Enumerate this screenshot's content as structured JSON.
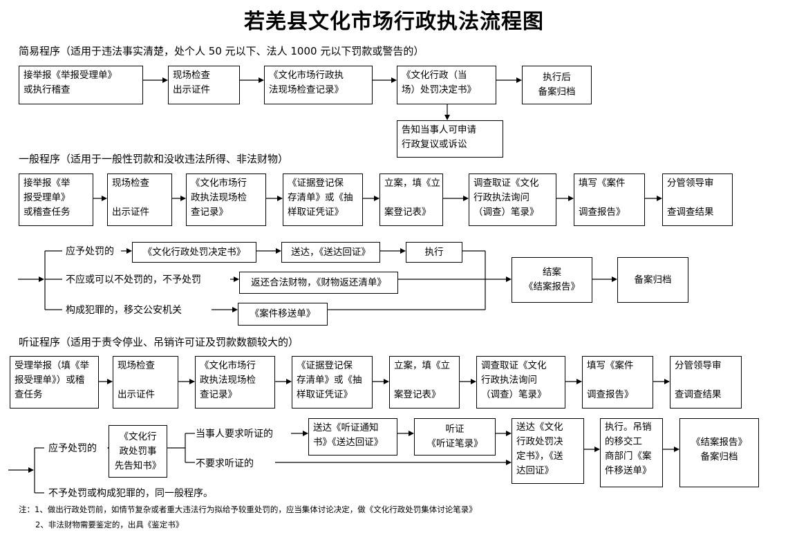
{
  "title": "若羌县文化市场行政执法流程图",
  "simple": {
    "heading": "简易程序（适用于违法事实清楚，处个人 50 元以下、法人 1000 元以下罚款或警告的）",
    "boxes": [
      [
        "接举报《举报受理单》",
        "或执行稽查"
      ],
      [
        "现场检查",
        "出示证件"
      ],
      [
        "《文化市场行政执",
        "法现场检查记录》"
      ],
      [
        "《文化行政（当",
        "场）处罚决定书》"
      ],
      [
        "执行后",
        "备案归档"
      ]
    ],
    "notice": [
      "告知当事人可申请",
      "行政复议或诉讼"
    ]
  },
  "general": {
    "heading": "一般程序（适用于一般性罚款和没收违法所得、非法财物）",
    "boxes": [
      [
        "接举报《举",
        "报受理单》",
        "或稽查任务"
      ],
      [
        "现场检查",
        "",
        "出示证件"
      ],
      [
        "《文化市场行",
        "政执法现场检",
        "查记录》"
      ],
      [
        "《证据登记保",
        "存清单》或《抽",
        "样取证凭证》"
      ],
      [
        "立案，填《立",
        "",
        "案登记表》"
      ],
      [
        "调查取证《文化",
        "行政执法询问",
        "（调查）笔录》"
      ],
      [
        "填写《案件",
        "",
        "调查报告》"
      ],
      [
        "分管领导审",
        "",
        "查调查结果"
      ]
    ],
    "branch_labels": [
      "应予处罚的",
      "不应或可以不处罚的，不予处罚",
      "构成犯罪的，移交公安机关"
    ],
    "punish": [
      "《文化行政处罚决定书》",
      "送达，《送达回证》",
      "执行"
    ],
    "return_goods": "返还合法财物，《财物返还清单》",
    "transfer": "《案件移送单》",
    "close": [
      "结案",
      "《结案报告》"
    ],
    "archive": "备案归档"
  },
  "hearing": {
    "heading": "听证程序（适用于责令停业、吊销许可证及罚款数额较大的）",
    "boxes": [
      [
        "受理举报（填《举",
        "报受理单》）或稽",
        "查任务"
      ],
      [
        "现场检查",
        "",
        "出示证件"
      ],
      [
        "《文化市场行",
        "政执法现场检",
        "查记录》"
      ],
      [
        "《证据登记保",
        "存清单》或《抽",
        "样取证凭证》"
      ],
      [
        "立案，填《立",
        "",
        "案登记表》"
      ],
      [
        "调查取证《文化",
        "行政执法询问",
        "（调查）笔录》"
      ],
      [
        "填写《案件",
        "",
        "调查报告》"
      ],
      [
        "分管领导审",
        "",
        "查调查结果"
      ]
    ],
    "branch_labels": [
      "应予处罚的",
      "不予处罚或构成犯罪的，同一般程序。"
    ],
    "prior_notice": [
      "《文化行",
      "政处罚事",
      "先告知书》"
    ],
    "request_labels": [
      "当事人要求听证的",
      "不要求听证的"
    ],
    "hearing_notice": [
      "送达《听证通知",
      "书》《送达回证》"
    ],
    "hearing_record": [
      "听证",
      "《听证笔录》"
    ],
    "deliver_decision": [
      "送达《文化",
      "行政处罚决",
      "定书》，《送",
      "达回证》"
    ],
    "execute_revoke": [
      "执行。吊销",
      "的移交工",
      "商部门《案",
      "件移送单》"
    ],
    "final": [
      "《结案报告》",
      "备案归档"
    ]
  },
  "notes": [
    "注：1、做出行政处罚前，如情节复杂或者重大违法行为拟给予较重处罚的，应当集体讨论决定，做《文化行政处罚集体讨论笔录》",
    "2、非法财物需要鉴定的，出具《鉴定书》"
  ]
}
